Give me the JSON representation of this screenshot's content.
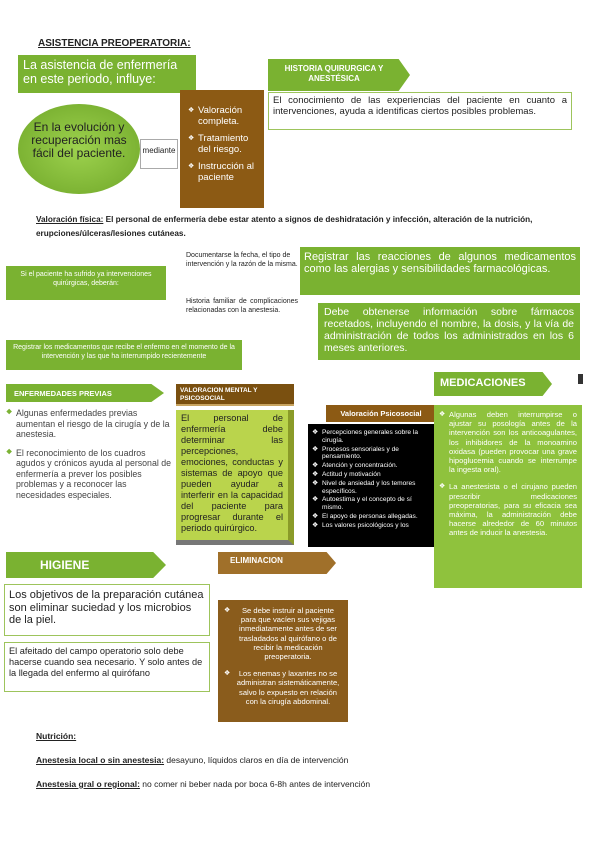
{
  "title": "ASISTENCIA PREOPERATORIA:",
  "top": {
    "banner": "La asistencia de enfermería en este periodo, influye:",
    "oval": "En la evolución y recuperación mas fácil del paciente.",
    "mediante": "mediante",
    "list": [
      "Valoración completa.",
      "Tratamiento del riesgo.",
      "Instrucción al paciente"
    ],
    "historia_title": "HISTORIA QUIRURGICA Y ANESTÉSICA",
    "historia_text": "El conocimiento de las experiencias del paciente en cuanto a intervenciones, ayuda a identificas ciertos posibles problemas."
  },
  "valoracion": {
    "label": "Valoración física:",
    "text": " El personal de enfermería debe estar atento a signos de deshidratación y infección, alteración de la nutrición, erupciones/úlceras/lesiones cutáneas."
  },
  "mid": {
    "green_left": "Si el paciente ha sufrido ya intervenciones quirúrgicas, deberán:",
    "doc1": "Documentarse la fecha, el tipo de intervención y la razón de la misma.",
    "doc2": "Historia familiar de complicaciones relacionadas con la anestesia.",
    "registrar": "Registrar las reacciones de algunos medicamentos como las alergias y sensibilidades farmacológicas.",
    "debe": "Debe obtenerse información sobre fármacos recetados, incluyendo el nombre, la dosis, y la vía de administración de todos los administrados en los 6 meses anteriores.",
    "registrar2": "Registrar los medicamentos que recibe el enfermo en el momento de la intervención y las que ha interrumpido recientemente"
  },
  "enfermedades": {
    "title": "ENFERMEDADES PREVIAS",
    "items": [
      "Algunas enfermedades previas aumentan el riesgo de la cirugía y de la anestesia.",
      "El reconocimiento de los cuadros agudos y crónicos ayuda al personal de enfermería a prever los posibles problemas y a reconocer las necesidades especiales."
    ]
  },
  "mental": {
    "title": "VALORACION MENTAL Y PSICOSOCIAL",
    "text": "El personal de enfermería debe determinar las percepciones, emociones, conductas y sistemas de apoyo que pueden ayudar a interferir en la capacidad del paciente para progresar durante el periodo quirúrgico."
  },
  "psico": {
    "title": "Valoración Psicosocial",
    "items": [
      "Percepciones generales sobre la cirugía.",
      "Procesos sensoriales y de pensamiento.",
      "Atención y concentración.",
      "Actitud y motivación",
      "Nivel de ansiedad y los temores específicos.",
      "Autoestima y el concepto de sí mismo.",
      "El apoyo de personas allegadas.",
      "Los valores psicológicos y los"
    ]
  },
  "medicaciones": {
    "title": "MEDICACIONES",
    "items": [
      "Algunas deben interrumpirse o ajustar su posología antes de la intervención son los anticoagulantes, los inhibidores de la monoamino oxidasa (pueden provocar una grave hipoglucemia cuando se interrumpe la ingesta oral).",
      "La anestesista o el cirujano pueden prescribir medicaciones preoperatorias, para su eficacia sea máxima, la administración debe hacerse alrededor de 60 minutos antes de inducir la anestesia."
    ]
  },
  "higiene": {
    "title": "HIGIENE",
    "text1": "Los objetivos de la preparación cutánea son eliminar suciedad y los microbios de la piel.",
    "text2": "El afeitado del campo operatorio solo debe hacerse cuando sea necesario. Y solo antes de la llegada del enfermo al quirófano"
  },
  "eliminacion": {
    "title": "ELIMINACION",
    "items": [
      "Se debe instruir al paciente para que vacíen sus vejigas inmediatamente antes de ser trasladados al quirófano o de recibir la medicación preoperatoria.",
      "Los enemas y laxantes no se administran sistemáticamente, salvo lo expuesto en relación con la cirugía abdominal."
    ]
  },
  "nutricion": {
    "title": "Nutrición:",
    "local_label": "Anestesia local o sin anestesia:",
    "local_text": "  desayuno, líquidos claros en día de intervención",
    "gral_label": "Anestesia gral o regional:",
    "gral_text": " no comer ni beber nada por boca 6-8h antes de intervención"
  }
}
